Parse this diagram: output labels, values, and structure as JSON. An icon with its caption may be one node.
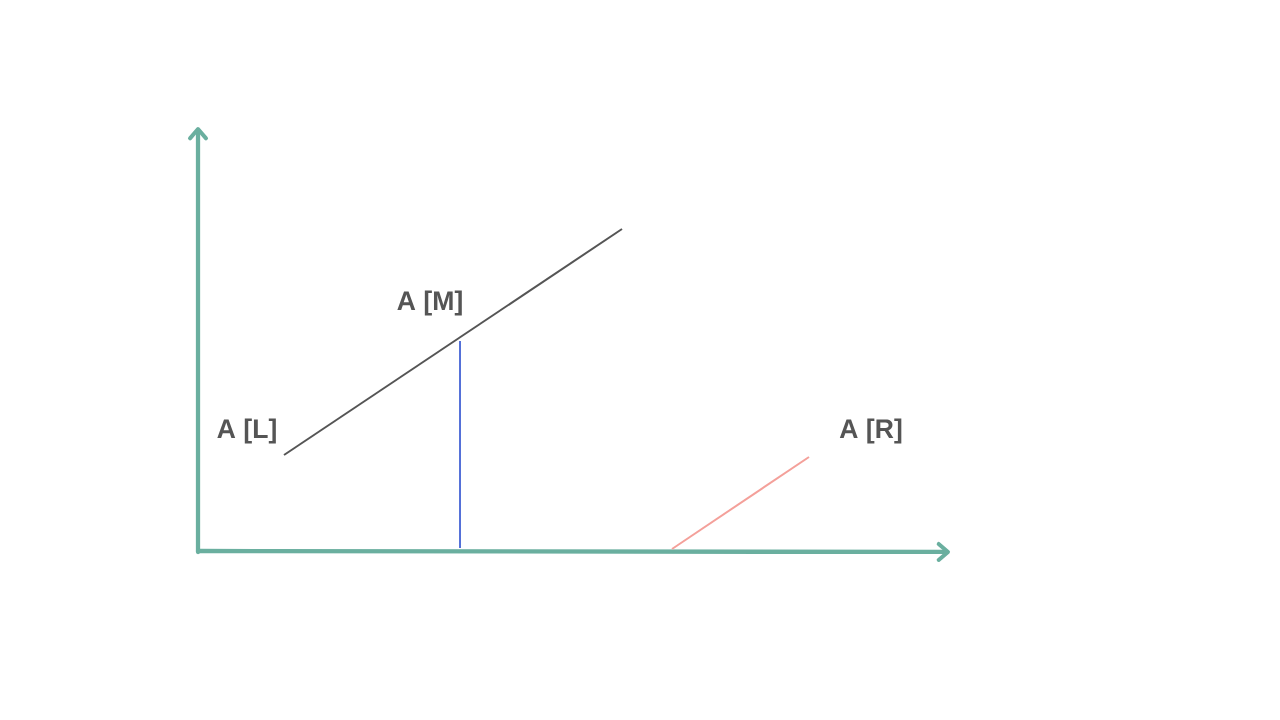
{
  "diagram": {
    "labels": [
      "A [M]",
      "A [L]",
      "A [R]"
    ]
  }
}
